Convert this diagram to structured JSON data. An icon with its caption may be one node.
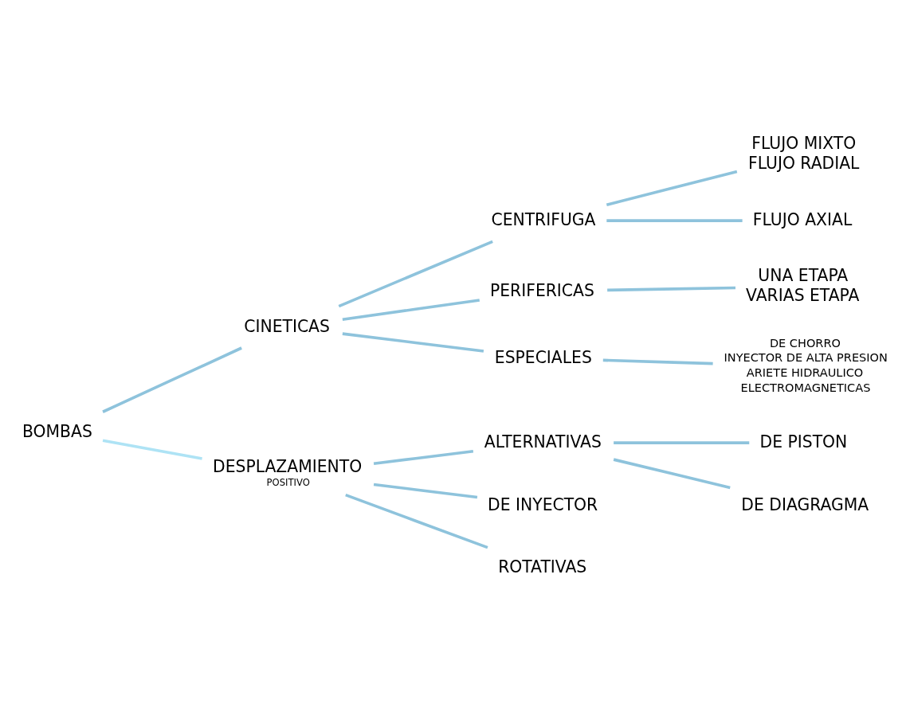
{
  "diagram": {
    "nodes": [
      {
        "text": [
          "BOMBAS"
        ]
      },
      {
        "text": [
          "CINETICAS"
        ]
      },
      {
        "text": [
          "CENTRIFUGA"
        ]
      },
      {
        "text": [
          "FLUJO MIXTO",
          "FLUJO RADIAL"
        ]
      },
      {
        "text": [
          "FLUJO AXIAL"
        ]
      },
      {
        "text": [
          "PERIFERICAS"
        ]
      },
      {
        "text": [
          "UNA ETAPA",
          "VARIAS ETAPA"
        ]
      },
      {
        "text": [
          "ESPECIALES"
        ]
      },
      {
        "text": [
          "DE CHORRO",
          "INYECTOR DE ALTA PRESION",
          "ARIETE HIDRAULICO",
          "ELECTROMAGNETICAS"
        ]
      },
      {
        "text": [
          "DESPLAZAMIENTO",
          "POSITIVO"
        ]
      },
      {
        "text": [
          "ALTERNATIVAS"
        ]
      },
      {
        "text": [
          "DE PISTON"
        ]
      },
      {
        "text": [
          "DE DIAGRAGMA"
        ]
      },
      {
        "text": [
          "DE INYECTOR"
        ]
      },
      {
        "text": [
          "ROTATIVAS"
        ]
      }
    ],
    "edges": [
      {
        "from": 0,
        "to": 1,
        "arrow": "none"
      },
      {
        "from": 0,
        "to": 9,
        "arrow": "none",
        "color": "#aee3f5"
      },
      {
        "from": 1,
        "to": 2,
        "arrow": "none"
      },
      {
        "from": 1,
        "to": 5,
        "arrow": "none"
      },
      {
        "from": 1,
        "to": 7,
        "arrow": "none"
      },
      {
        "from": 2,
        "to": 3,
        "arrow": "none"
      },
      {
        "from": 2,
        "to": 4,
        "arrow": "none"
      },
      {
        "from": 5,
        "to": 6,
        "arrow": "none"
      },
      {
        "from": 7,
        "to": 8,
        "arrow": "none"
      },
      {
        "from": 9,
        "to": 10,
        "arrow": "none"
      },
      {
        "from": 9,
        "to": 13,
        "arrow": "none"
      },
      {
        "from": 9,
        "to": 14,
        "arrow": "none"
      },
      {
        "from": 10,
        "to": 11,
        "arrow": "none"
      },
      {
        "from": 10,
        "to": 12,
        "arrow": "none"
      }
    ]
  }
}
